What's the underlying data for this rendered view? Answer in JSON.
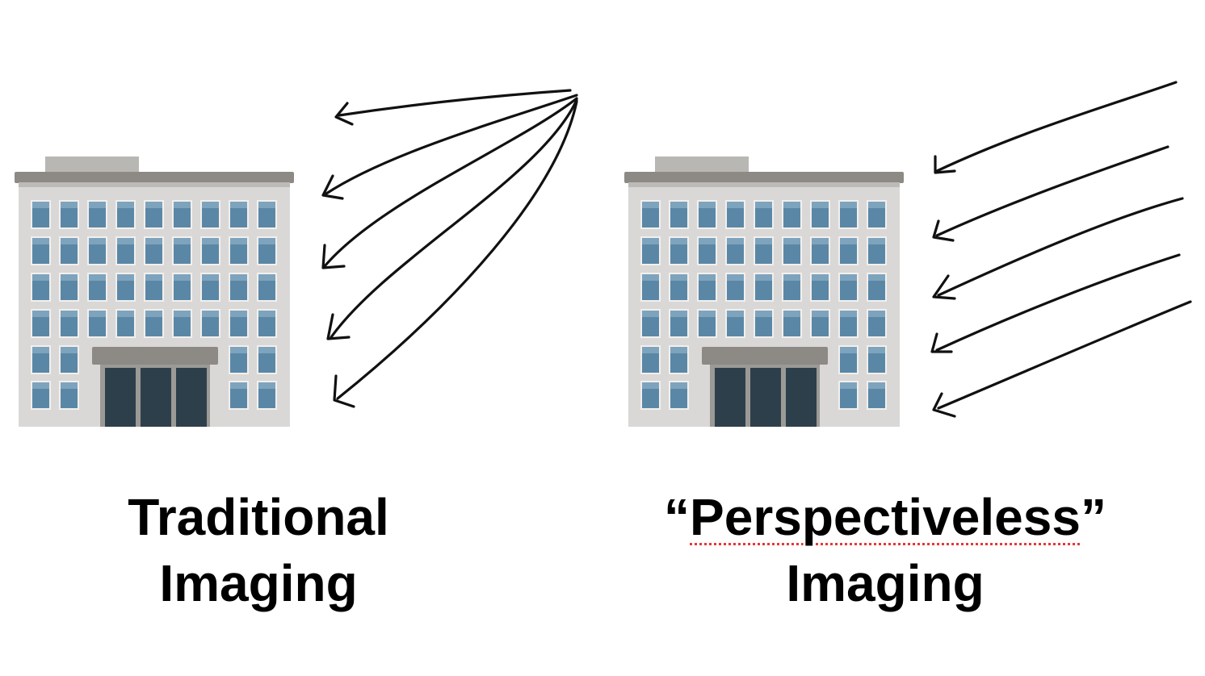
{
  "left_panel": {
    "caption_line1": "Traditional",
    "caption_line2": "Imaging",
    "building_icon": "office-building-icon",
    "rays": "converging-arrows"
  },
  "right_panel": {
    "caption_open_quote": "“",
    "caption_word": "Perspectiveless",
    "caption_close_quote": "”",
    "caption_line2": "Imaging",
    "building_icon": "office-building-icon",
    "rays": "parallel-arrows"
  },
  "colors": {
    "background": "#ffffff",
    "text": "#000000",
    "arrow": "#111111",
    "building_facade": "#d9d8d6",
    "building_roof": "#8d8a86",
    "window_glass": "#5b87a6",
    "door_glass": "#2e3f4c",
    "spellcheck_underline": "#e53935"
  }
}
